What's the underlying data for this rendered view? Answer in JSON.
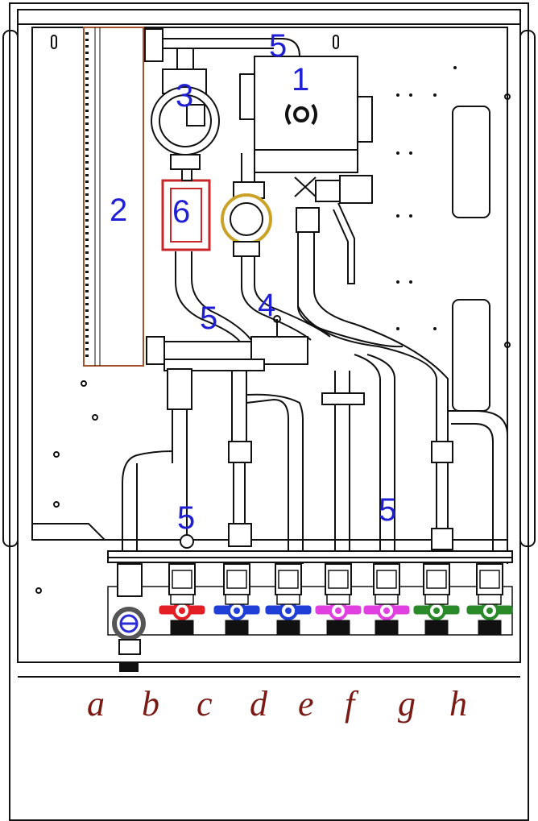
{
  "colors": {
    "number_label": "#1f1fd6",
    "connection_letter": "#7a1a14",
    "red_valve": "#e31e24",
    "blue_valve": "#1f3fd6",
    "magenta_valve": "#e040e0",
    "green_valve": "#2a8a2a",
    "heat_exchanger": "#a0522d",
    "pump_ring": "#c9a227",
    "flow_sensor": "#c8262a",
    "drain_valve": "#2a2ad6"
  },
  "component_labels": [
    {
      "id": "1",
      "text": "1"
    },
    {
      "id": "2",
      "text": "2"
    },
    {
      "id": "3",
      "text": "3"
    },
    {
      "id": "4",
      "text": "4"
    },
    {
      "id": "5a",
      "text": "5"
    },
    {
      "id": "5b",
      "text": "5"
    },
    {
      "id": "5c",
      "text": "5"
    },
    {
      "id": "5d",
      "text": "5"
    },
    {
      "id": "6",
      "text": "6"
    }
  ],
  "connection_labels": [
    "a",
    "b",
    "c",
    "d",
    "e",
    "f",
    "g",
    "h"
  ],
  "valves": [
    {
      "color": "red_valve"
    },
    {
      "color": "blue_valve"
    },
    {
      "color": "blue_valve"
    },
    {
      "color": "magenta_valve"
    },
    {
      "color": "magenta_valve"
    },
    {
      "color": "green_valve"
    },
    {
      "color": "green_valve"
    }
  ],
  "icons": [
    "heating-symbol-icon"
  ]
}
